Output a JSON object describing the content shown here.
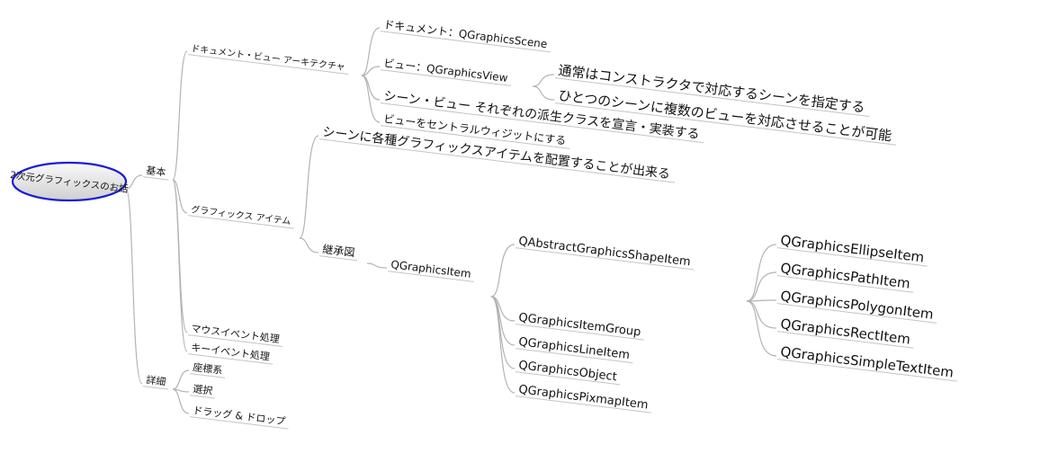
{
  "colors": {
    "root_border": "#1c1cd6",
    "root_fill_top": "#fafafa",
    "root_fill_bottom": "#cfcfcf",
    "line": "#b3b3b3"
  },
  "root": {
    "label": "2次元グラフィックスのお話"
  },
  "basics": {
    "label": "基本",
    "docview": {
      "label": "ドキュメント・ビュー アーキテクチャ",
      "doc": "ドキュメント：QGraphicsScene",
      "view": "ビュー：QGraphicsView",
      "view_note1": "通常はコンストラクタで対応するシーンを指定する",
      "view_note2": "ひとつのシーンに複数のビューを対応させることが可能",
      "derive": "シーン・ビュー それぞれの派生クラスを宣言・実装する",
      "central": "ビューをセントラルウィジットにする"
    },
    "items": {
      "label": "グラフィックス アイテム",
      "place": "シーンに各種グラフィックスアイテムを配置することが出来る",
      "inherit": {
        "label": "継承図",
        "base": "QGraphicsItem",
        "shape": "QAbstractGraphicsShapeItem",
        "shape_children": [
          "QGraphicsEllipseItem",
          "QGraphicsPathItem",
          "QGraphicsPolygonItem",
          "QGraphicsRectItem",
          "QGraphicsSimpleTextItem"
        ],
        "others": [
          "QGraphicsItemGroup",
          "QGraphicsLineItem",
          "QGraphicsObject",
          "QGraphicsPixmapItem"
        ]
      }
    },
    "mouse": "マウスイベント処理",
    "key": "キーイベント処理"
  },
  "details": {
    "label": "詳細",
    "children": [
      "座標系",
      "選択",
      "ドラッグ & ドロップ"
    ]
  }
}
